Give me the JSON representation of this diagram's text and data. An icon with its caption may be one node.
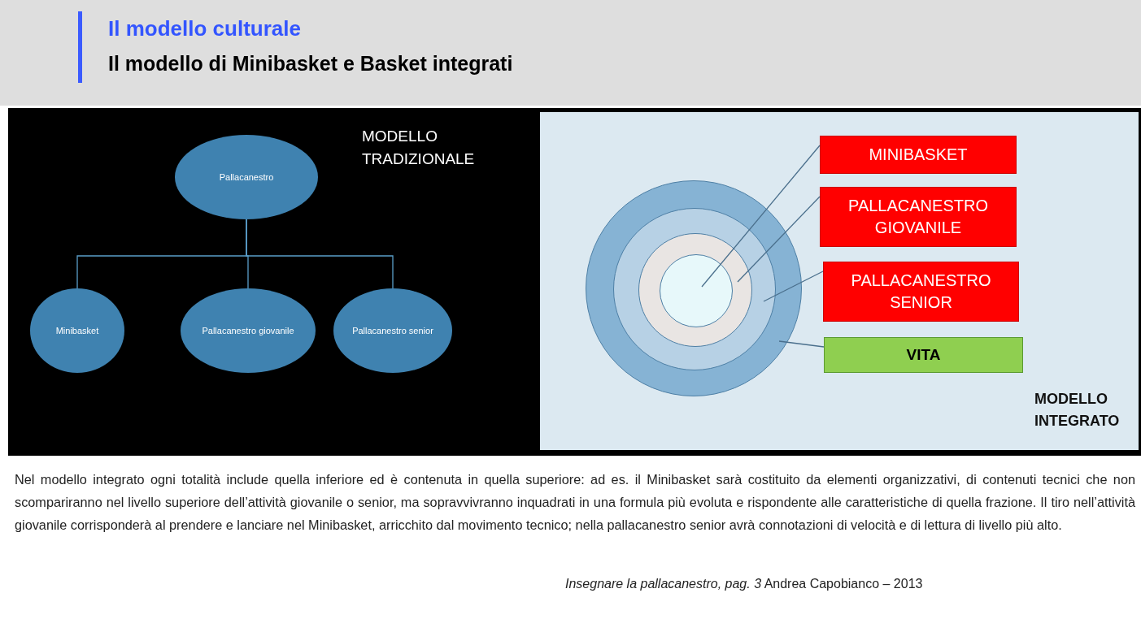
{
  "diagram": {
    "title": "Il modello culturale",
    "nodes": [
      {
        "text": [
          "Pallacanestro"
        ]
      },
      {
        "text": [
          "Minibasket"
        ]
      },
      {
        "text": [
          "Pallacanestro giovanile"
        ]
      },
      {
        "text": [
          "Pallacanestro senior"
        ]
      },
      {
        "text": [
          "MINIBASKET"
        ]
      },
      {
        "text": [
          "PALLACANESTRO GIOVANILE"
        ]
      },
      {
        "text": [
          "PALLACANESTRO SENIOR"
        ]
      },
      {
        "text": [
          "VITA"
        ]
      },
      {
        "text": [],
        "shape": "circle"
      },
      {
        "text": [],
        "shape": "circle",
        "in": 8
      },
      {
        "text": [],
        "shape": "circle",
        "in": 9
      },
      {
        "text": [],
        "shape": "circle",
        "in": 10
      }
    ],
    "edges": [
      {
        "from": 0,
        "to": 1,
        "arrow": "none"
      },
      {
        "from": 0,
        "to": 2,
        "arrow": "none"
      },
      {
        "from": 0,
        "to": 3,
        "arrow": "none"
      },
      {
        "from": 4,
        "to": 11,
        "arrow": "none"
      },
      {
        "from": 5,
        "to": 10,
        "arrow": "none"
      },
      {
        "from": 6,
        "to": 9,
        "arrow": "none"
      },
      {
        "from": 7,
        "to": 8,
        "arrow": "none"
      }
    ],
    "labels": [
      "Il modello di Minibasket e Basket integrati",
      "MODELLO TRADIZIONALE",
      "MODELLO INTEGRATO",
      "Nel modello integrato ogni totalità include quella inferiore ed è contenuta in quella superiore: ad es. il Minibasket sarà costituito da elementi organizzativi, di contenuti tecnici che non scompariranno nel livello superiore dell’attività giovanile o senior, ma sopravvivranno inquadrati in una formula più evoluta e rispondente alle caratteristiche di quella frazione. Il tiro nell’attività giovanile corrisponderà al prendere e lanciare nel Minibasket, arricchito dal movimento tecnico; nella pallacanestro senior avrà connotazioni di velocità e di lettura di livello più alto.",
      "*Insegnare la pallacanestro, pag. 3* Andrea Capobianco – 2013"
    ]
  }
}
